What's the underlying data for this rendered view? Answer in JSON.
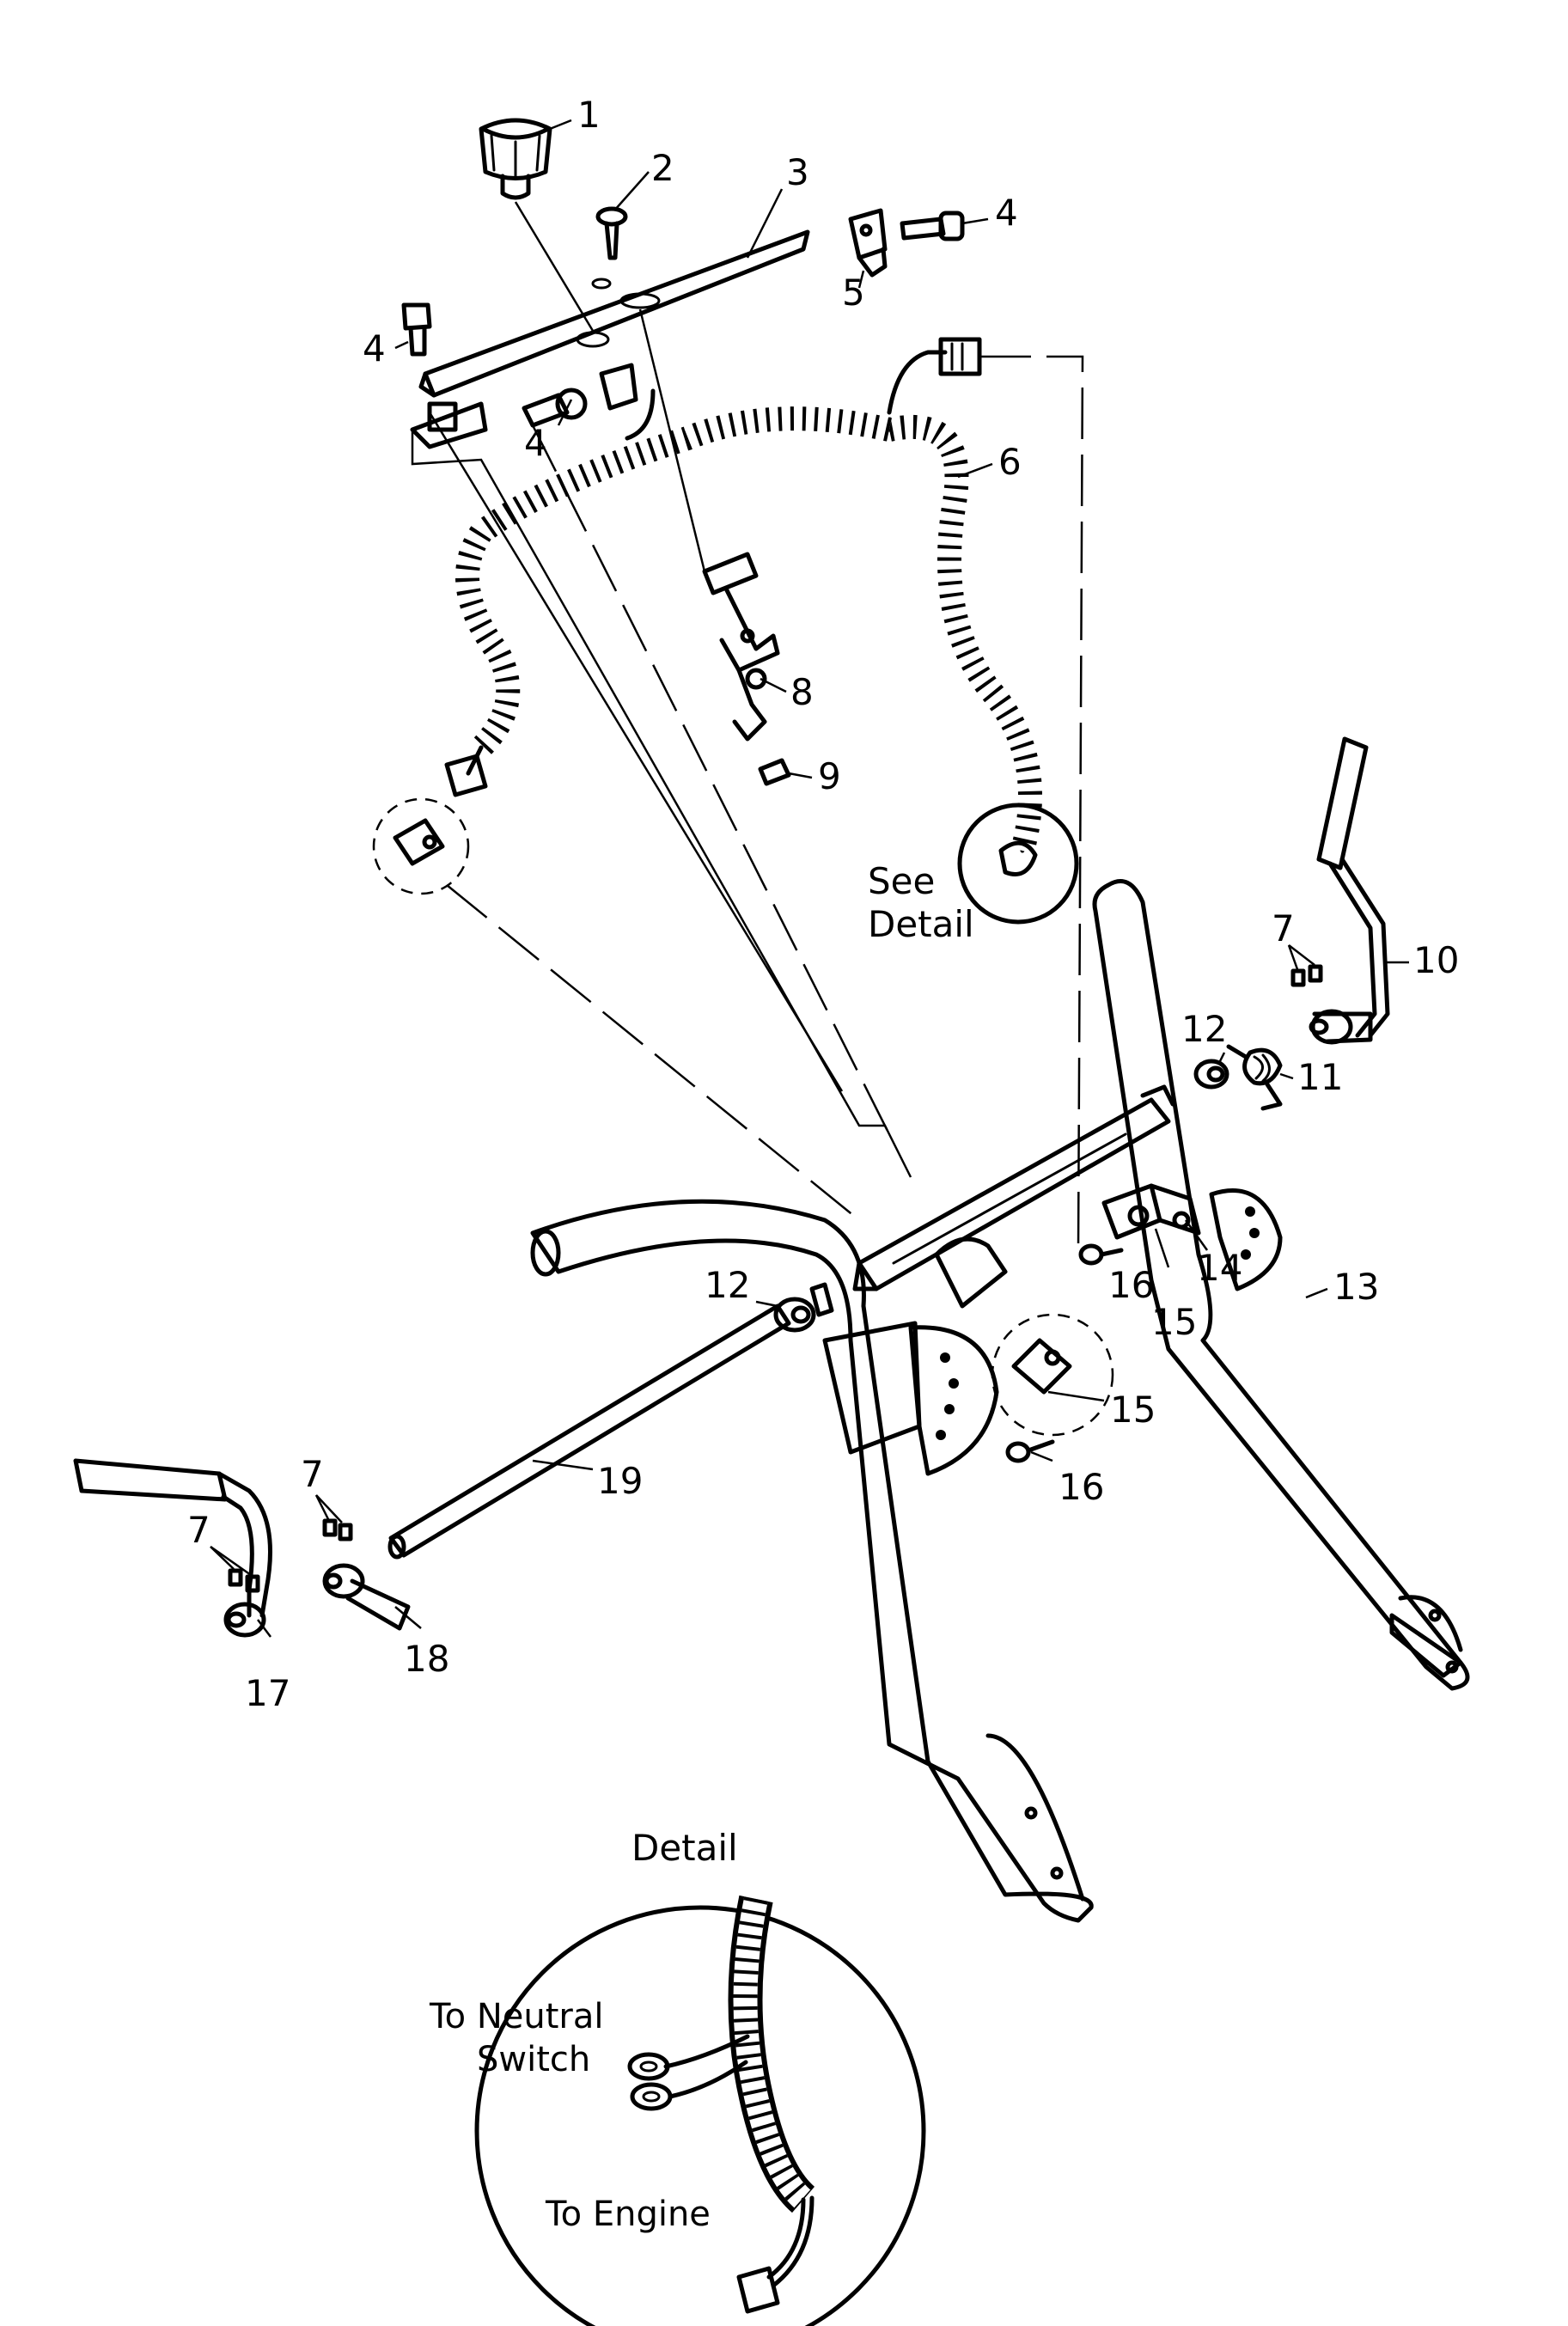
{
  "callouts": [
    {
      "id": "1",
      "text": "1"
    },
    {
      "id": "2",
      "text": "2"
    },
    {
      "id": "3",
      "text": "3"
    },
    {
      "id": "4a",
      "text": "4"
    },
    {
      "id": "4b",
      "text": "4"
    },
    {
      "id": "4c",
      "text": "4"
    },
    {
      "id": "5",
      "text": "5"
    },
    {
      "id": "6",
      "text": "6"
    },
    {
      "id": "7a",
      "text": "7"
    },
    {
      "id": "7b",
      "text": "7"
    },
    {
      "id": "7c",
      "text": "7"
    },
    {
      "id": "8",
      "text": "8"
    },
    {
      "id": "9",
      "text": "9"
    },
    {
      "id": "10",
      "text": "10"
    },
    {
      "id": "11",
      "text": "11"
    },
    {
      "id": "12a",
      "text": "12"
    },
    {
      "id": "12b",
      "text": "12"
    },
    {
      "id": "13",
      "text": "13"
    },
    {
      "id": "14",
      "text": "14"
    },
    {
      "id": "15a",
      "text": "15"
    },
    {
      "id": "15b",
      "text": "15"
    },
    {
      "id": "16a",
      "text": "16"
    },
    {
      "id": "16b",
      "text": "16"
    },
    {
      "id": "17",
      "text": "17"
    },
    {
      "id": "18",
      "text": "18"
    },
    {
      "id": "19",
      "text": "19"
    }
  ],
  "see_detail": {
    "line1": "See",
    "line2": "Detail"
  },
  "detail": {
    "title": "Detail",
    "neutral_line1": "To Neutral",
    "neutral_line2": "Switch",
    "engine": "To Engine"
  }
}
